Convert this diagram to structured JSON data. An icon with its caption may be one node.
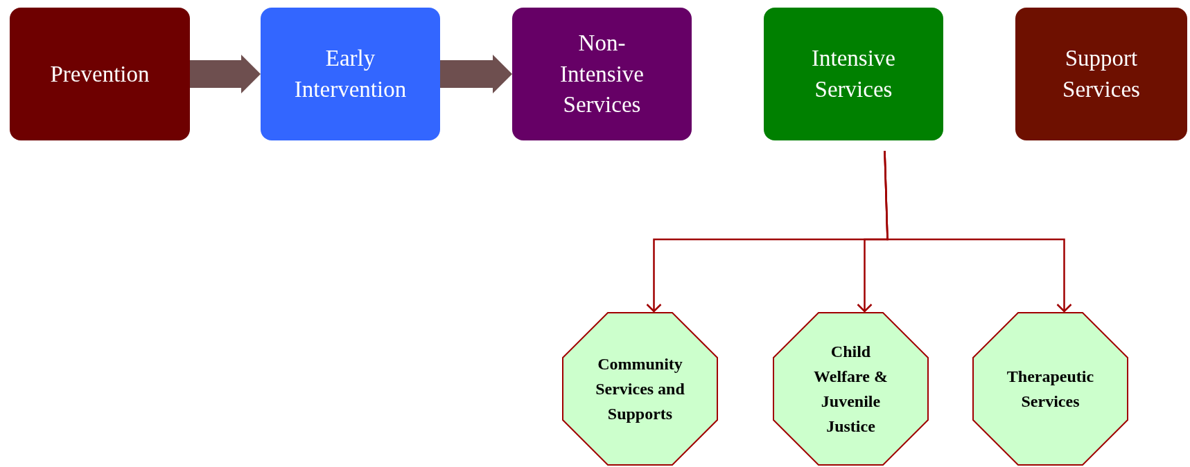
{
  "diagram": {
    "nodes": [
      {
        "text": [
          "Prevention"
        ]
      },
      {
        "text": [
          "Early Intervention"
        ]
      },
      {
        "text": [
          "Non-Intensive Services"
        ]
      },
      {
        "text": [
          "Intensive Services"
        ]
      },
      {
        "text": [
          "Support Services"
        ]
      },
      {
        "text": [
          "Community Services and Supports"
        ]
      },
      {
        "text": [
          "Child Welfare & Juvenile Justice"
        ]
      },
      {
        "text": [
          "Therapeutic Services"
        ]
      }
    ],
    "edges": [
      {
        "from": 0,
        "to": 1,
        "arrow": "to",
        "style": "thick",
        "color": "#6e4f4f"
      },
      {
        "from": 1,
        "to": 2,
        "arrow": "to",
        "style": "thick",
        "color": "#6e4f4f"
      },
      {
        "from": 3,
        "to": 5,
        "arrow": "to"
      },
      {
        "from": 3,
        "to": 6,
        "arrow": "to"
      },
      {
        "from": 3,
        "to": 7,
        "arrow": "to"
      }
    ]
  }
}
